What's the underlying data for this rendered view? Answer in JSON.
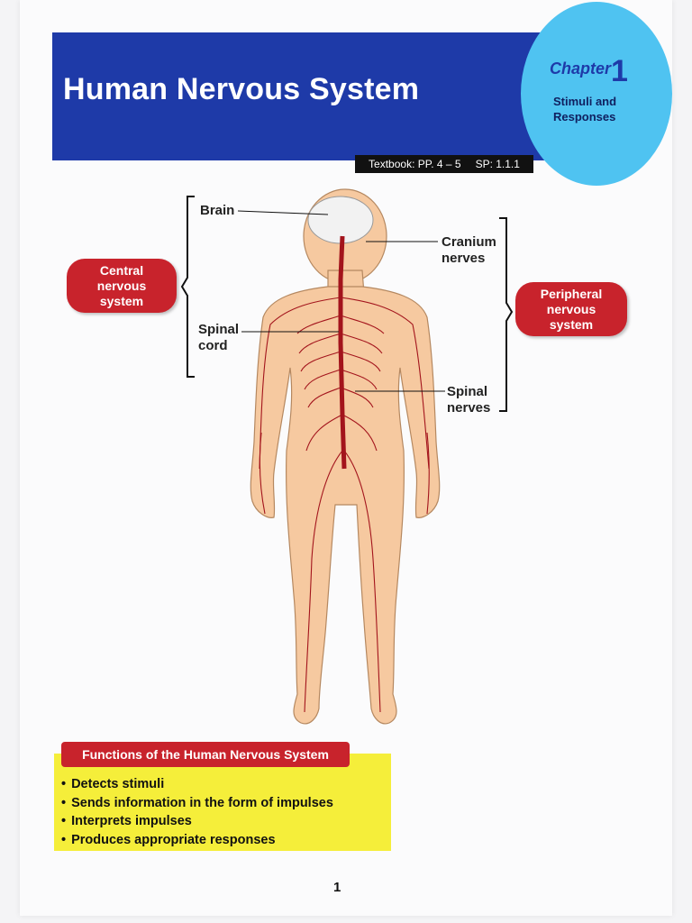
{
  "header": {
    "title": "Human Nervous System",
    "textbook_ref": "Textbook: PP. 4 – 5",
    "sp_ref": "SP: 1.1.1"
  },
  "chapter": {
    "word": "Chapter",
    "number": "1",
    "subtitle": "Stimuli and Responses"
  },
  "diagram": {
    "labels": {
      "brain": "Brain",
      "spinal_cord_1": "Spinal",
      "spinal_cord_2": "cord",
      "cranium_1": "Cranium",
      "cranium_2": "nerves",
      "spinal_nerves_1": "Spinal",
      "spinal_nerves_2": "nerves"
    },
    "central": [
      "Central",
      "nervous",
      "system"
    ],
    "peripheral": [
      "Peripheral",
      "nervous",
      "system"
    ]
  },
  "functions": {
    "title": "Functions of the Human Nervous System",
    "items": [
      "Detects stimuli",
      "Sends information in the form of impulses",
      "Interprets impulses",
      "Produces appropriate responses"
    ]
  },
  "page_number": "1",
  "colors": {
    "banner": "#1e3aa8",
    "circle": "#4fc3f1",
    "pill_red": "#c8232c",
    "box_yellow": "#f5ee3a",
    "skin": "#f6c9a0",
    "nerve": "#a3141c"
  }
}
